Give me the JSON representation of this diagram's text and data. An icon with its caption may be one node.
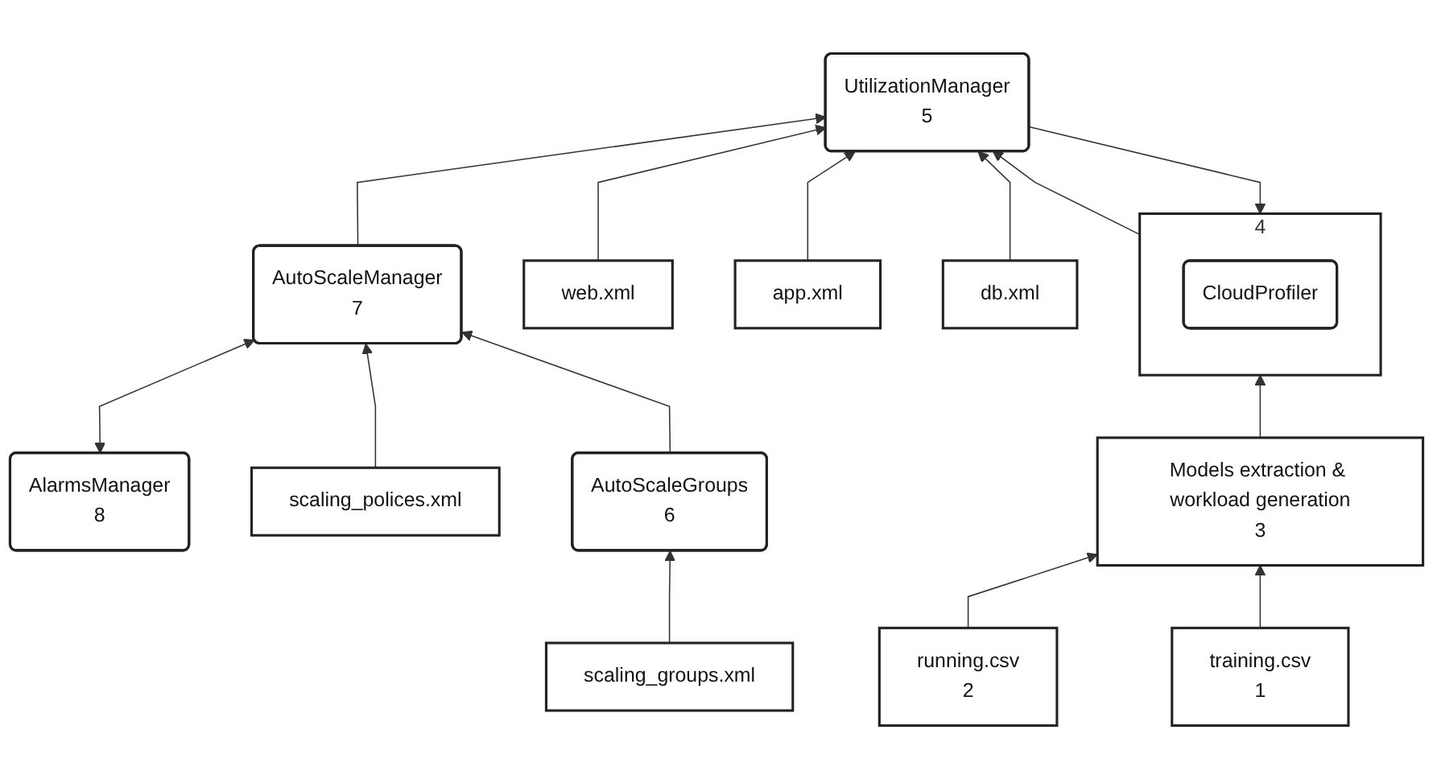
{
  "diagram": {
    "nodes": [
      {
        "text": [
          "AlarmsManager",
          "8"
        ]
      },
      {
        "text": [
          "AutoScaleManager",
          "7"
        ]
      },
      {
        "text": [
          "AutoScaleGroups",
          "6"
        ]
      },
      {
        "text": [
          "scaling_polices.xml"
        ]
      },
      {
        "text": [
          "scaling_groups.xml"
        ]
      },
      {
        "text": [
          "UtilizationManager",
          "5"
        ]
      },
      {
        "text": [
          "web.xml"
        ]
      },
      {
        "text": [
          "app.xml"
        ]
      },
      {
        "text": [
          "db.xml"
        ]
      },
      {
        "text": [
          "running.csv",
          "2"
        ]
      },
      {
        "text": [
          "4"
        ]
      },
      {
        "text": [
          "CloudProfiler"
        ],
        "in": 10
      },
      {
        "text": [
          "Models extraction & workload generation",
          "3"
        ]
      },
      {
        "text": [
          "training.csv",
          "1"
        ]
      }
    ],
    "edges": [
      {
        "from": 0,
        "to": 1,
        "arrow": "both"
      },
      {
        "from": 3,
        "to": 1,
        "arrow": "to"
      },
      {
        "from": 2,
        "to": 1,
        "arrow": "to"
      },
      {
        "from": 4,
        "to": 2,
        "arrow": "to"
      },
      {
        "from": 1,
        "to": 5,
        "arrow": "to"
      },
      {
        "from": 10,
        "to": 5,
        "arrow": "to"
      },
      {
        "from": 5,
        "to": 10,
        "arrow": "to"
      },
      {
        "from": 6,
        "to": 5,
        "arrow": "to"
      },
      {
        "from": 7,
        "to": 5,
        "arrow": "to"
      },
      {
        "from": 8,
        "to": 5,
        "arrow": "to"
      },
      {
        "from": 9,
        "to": 12,
        "arrow": "to"
      },
      {
        "from": 13,
        "to": 12,
        "arrow": "to"
      },
      {
        "from": 12,
        "to": 10,
        "arrow": "to"
      }
    ]
  }
}
